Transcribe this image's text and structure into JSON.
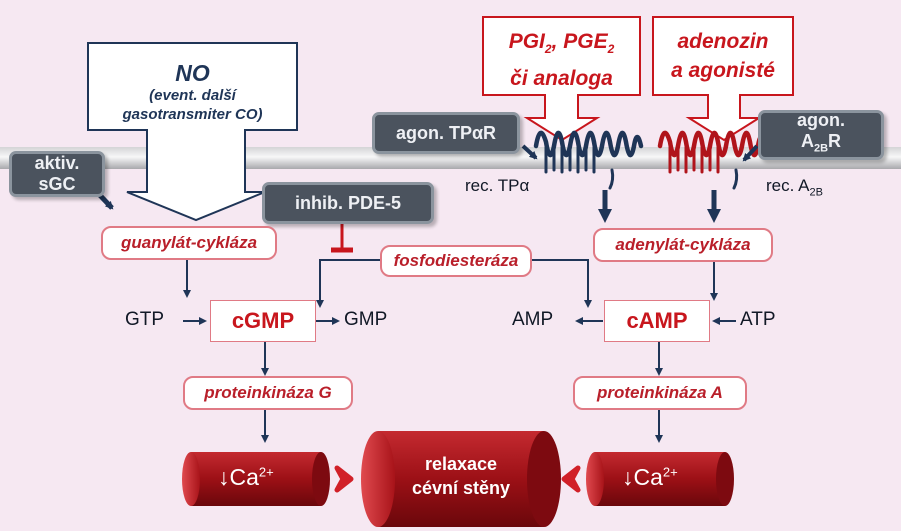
{
  "callouts": {
    "no_title": "NO",
    "no_line1": "(event. další",
    "no_line2": "gasotransmiter CO)",
    "pgi_line1_a": "PGI",
    "pgi_sub1": "2",
    "pgi_line1_b": ", PGE",
    "pgi_sub2": "2",
    "pgi_line2": "či analoga",
    "adeno_line1": "adenozin",
    "adeno_line2": "a agonisté"
  },
  "gray_boxes": {
    "aktiv_line1": "aktiv.",
    "aktiv_line2": "sGC",
    "inhib": "inhib. PDE-5",
    "agon_tp": "agon. TPαR",
    "agon_a2b_line1": "agon.",
    "agon_a2b_line2_a": "A",
    "agon_a2b_sub": "2B",
    "agon_a2b_line2_b": "R"
  },
  "receptors": {
    "tp_label": "rec. TPα",
    "a2b_label_a": "rec. A",
    "a2b_sub": "2B"
  },
  "enzymes": {
    "guanylate": "guanylát-cykláza",
    "phosphodiesterase": "fosfodiesteráza",
    "adenylate": "adenylát-cykláza",
    "pkg": "proteinkináza G",
    "pka": "proteinkináza A"
  },
  "nodes": {
    "gtp": "GTP",
    "cgmp": "cGMP",
    "gmp": "GMP",
    "amp": "AMP",
    "camp": "cAMP",
    "atp": "ATP"
  },
  "bottom": {
    "ca_left": "↓Ca",
    "ca_right": "↓Ca",
    "ca_sup": "2+",
    "relax_line1": "relaxace",
    "relax_line2": "cévní stěny"
  },
  "colors": {
    "background": "#f6e8f2",
    "accent_red": "#c8161d",
    "navy": "#1f3557",
    "gray_box": "#4b535e"
  }
}
